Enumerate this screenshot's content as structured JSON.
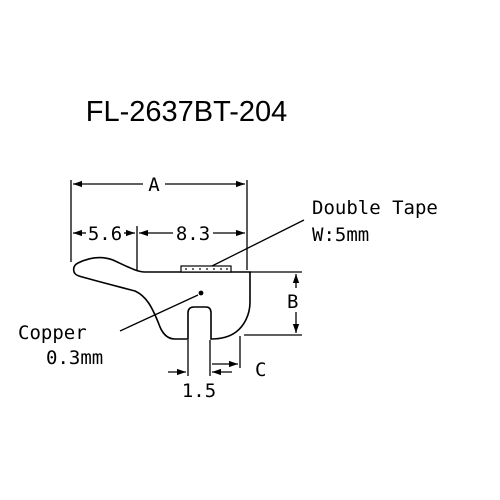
{
  "drawing": {
    "title": "FL-2637BT-204",
    "dimensions": {
      "overall": "A",
      "left_width": "5.6",
      "right_width": "8.3",
      "height": "B",
      "leg_gap": "C",
      "leg_width": "1.5"
    },
    "callouts": {
      "tape_line1": "Double Tape",
      "tape_line2": "W:5mm",
      "copper_line1": "Copper",
      "copper_line2": "0.3mm"
    },
    "colors": {
      "line": "#000000",
      "background": "#ffffff"
    }
  }
}
